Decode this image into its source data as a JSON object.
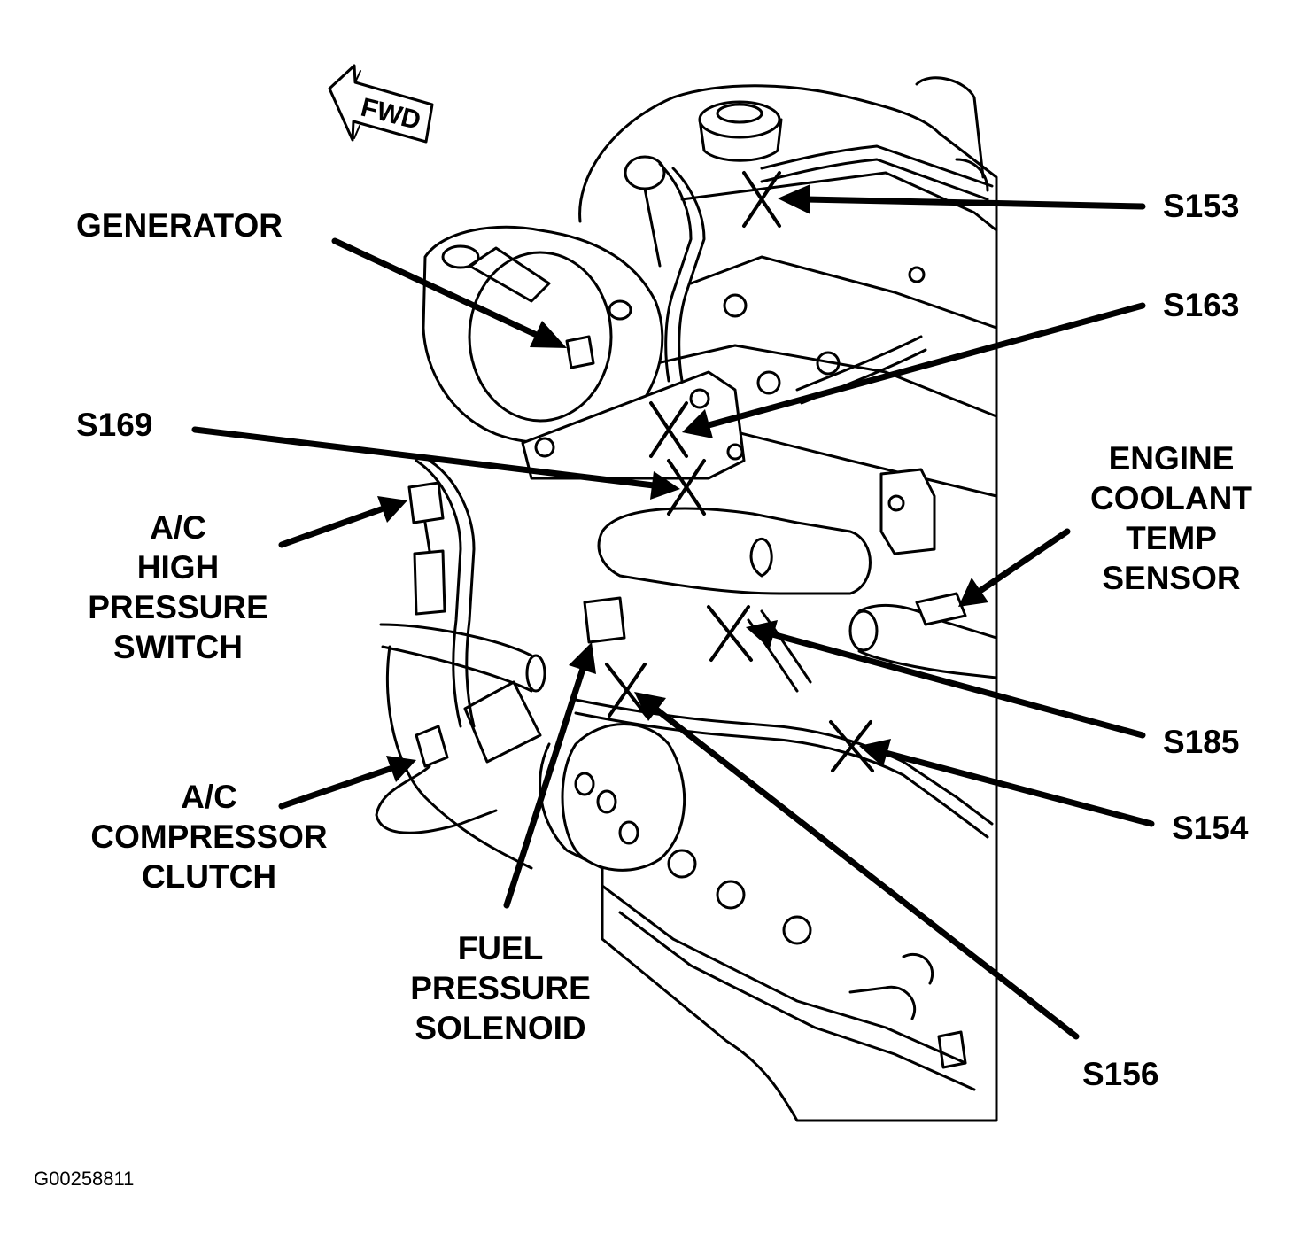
{
  "labels": {
    "fwd": "FWD",
    "generator": "GENERATOR",
    "s153": "S153",
    "s163": "S163",
    "s169": "S169",
    "engine_coolant_temp_sensor": [
      "ENGINE",
      "COOLANT",
      "TEMP",
      "SENSOR"
    ],
    "ac_high_pressure_switch": [
      "A/C",
      "HIGH",
      "PRESSURE",
      "SWITCH"
    ],
    "s185": "S185",
    "s154": "S154",
    "ac_compressor_clutch": [
      "A/C",
      "COMPRESSOR",
      "CLUTCH"
    ],
    "fuel_pressure_solenoid": [
      "FUEL",
      "PRESSURE",
      "SOLENOID"
    ],
    "s156": "S156"
  },
  "figure_id": "G00258811",
  "colors": {
    "line": "#000000",
    "background": "#ffffff"
  }
}
